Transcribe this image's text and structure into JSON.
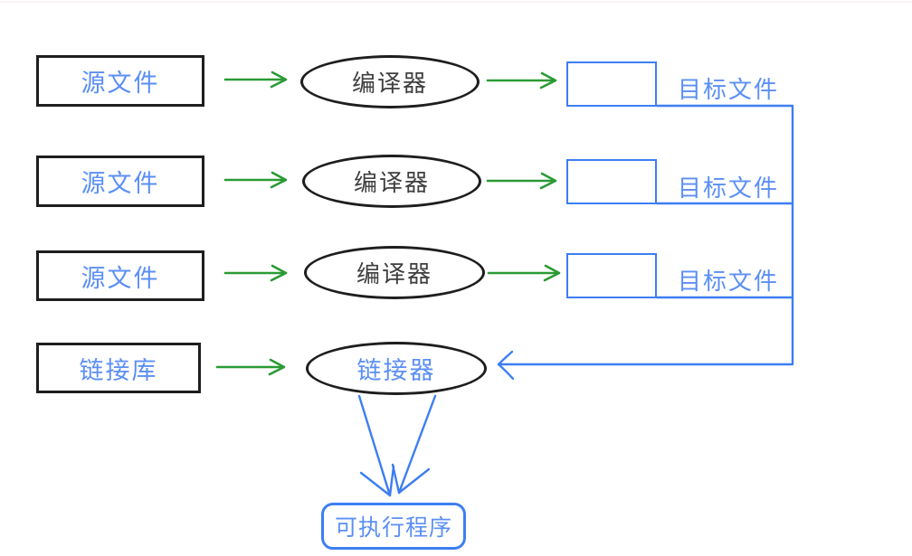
{
  "diagram": {
    "rows": [
      {
        "source_label": "源文件",
        "process_label": "编译器",
        "output_label": "目标文件"
      },
      {
        "source_label": "源文件",
        "process_label": "编译器",
        "output_label": "目标文件"
      },
      {
        "source_label": "源文件",
        "process_label": "编译器",
        "output_label": "目标文件"
      }
    ],
    "linker_row": {
      "source_label": "链接库",
      "process_label": "链接器"
    },
    "result_label": "可执行程序"
  },
  "colors": {
    "blue_line": "#3d7ef2",
    "blue_text": "#5b8ff5",
    "green": "#2a9a35",
    "black": "#1e1e1e"
  }
}
